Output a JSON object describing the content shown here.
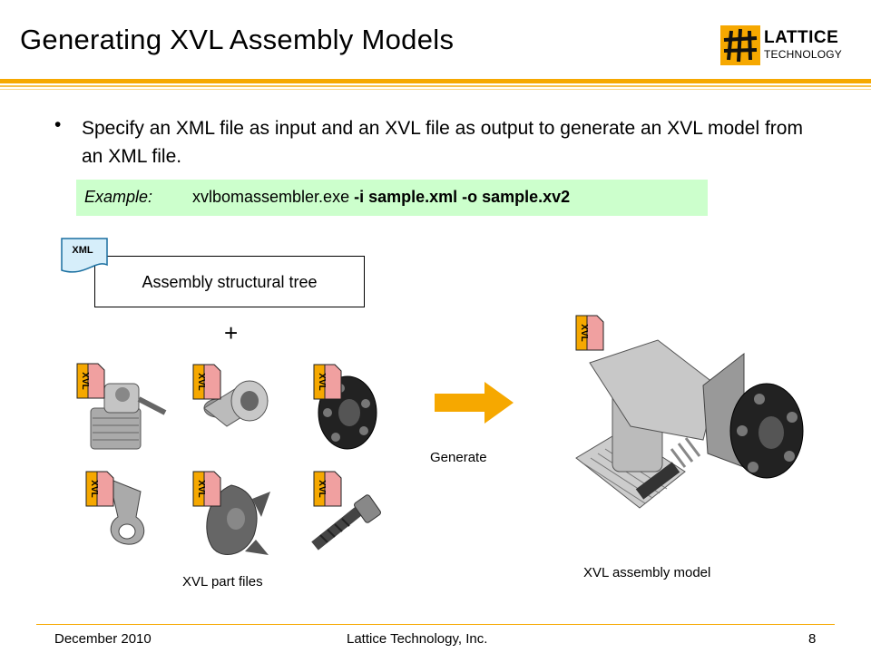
{
  "slide": {
    "title": "Generating XVL Assembly Models",
    "bullet": "Specify an XML file as input and an XVL file as output to generate an XVL model from an XML file.",
    "example": {
      "label": "Example:",
      "command": "xvlbomassembler.exe ",
      "args": "-i sample.xml -o sample.xv2",
      "background": "#ccffcc"
    },
    "tree_label": "Assembly structural tree",
    "xml_tag": "XML",
    "plus": "+",
    "generate_label": "Generate",
    "parts_label": "XVL part files",
    "assembly_label": "XVL assembly model",
    "xvl_tag": "XVL"
  },
  "logo": {
    "line1": "LATTICE",
    "line2": "TECHNOLOGY"
  },
  "footer": {
    "date": "December 2010",
    "company": "Lattice Technology, Inc.",
    "page": "8"
  },
  "colors": {
    "accent": "#f6a800",
    "arrow": "#f6a800",
    "xvl_icon": "#f0a0a0",
    "xml_icon": "#d6eefa"
  },
  "icons": {
    "logo": "lattice-logo",
    "arrow": "arrow-right-icon",
    "file": "xvl-file-icon"
  }
}
